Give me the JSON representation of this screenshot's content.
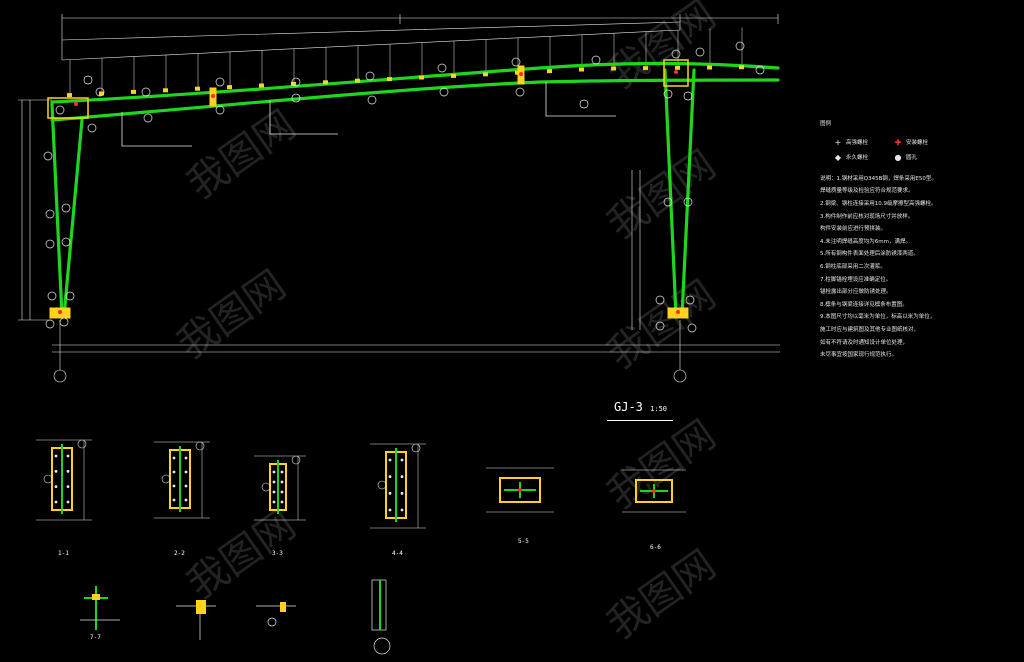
{
  "drawing": {
    "title": "GJ-3",
    "title_suffix": "1:50",
    "colors": {
      "background": "#000000",
      "frame_member": "#1ed61e",
      "dimension": "#e8e8e8",
      "plate": "#ffd21c",
      "bolt": "#ff2b2b",
      "watermark": "#3a3a3a"
    }
  },
  "legend": {
    "heading": "图例",
    "items": [
      {
        "symbol": "+",
        "label": "高强螺栓",
        "color": "#e8e8e8"
      },
      {
        "symbol": "✚",
        "label": "安装螺栓",
        "color": "#ff2b2b"
      },
      {
        "symbol": "◆",
        "label": "永久螺栓",
        "color": "#e8e8e8"
      },
      {
        "symbol": "●",
        "label": "圆孔",
        "color": "#e8e8e8"
      }
    ]
  },
  "notes": [
    "说明：1.钢材采用Q345B钢，焊条采用E50型。",
    "   焊缝质量等级及检验应符合规范要求。",
    "2.钢梁、钢柱连接采用10.9级摩擦型高强螺栓。",
    "3.构件制作前应核对现场尺寸并放样。",
    "   构件安装前应进行预拼装。",
    "4.未注明焊缝高度均为6mm，满焊。",
    "5.所有钢构件表面处理后涂防锈漆两道。",
    "6.钢柱底部采用二次灌浆。",
    "7.柱脚锚栓埋设应准确定位。",
    "   锚栓露出部分应做防锈处理。",
    "8.檩条与钢梁连接详见檩条布置图。",
    "9.本图尺寸均以毫米为单位，标高以米为单位，",
    "   施工时应与建筑图及其他专业图纸核对，",
    "   如有不符请及时通知设计单位处理，",
    "   未尽事宜按国家现行规范执行。"
  ],
  "section_labels": [
    "1-1",
    "2-2",
    "3-3",
    "4-4",
    "5-5",
    "6-6",
    "7-7"
  ],
  "watermark_text": "我图网"
}
